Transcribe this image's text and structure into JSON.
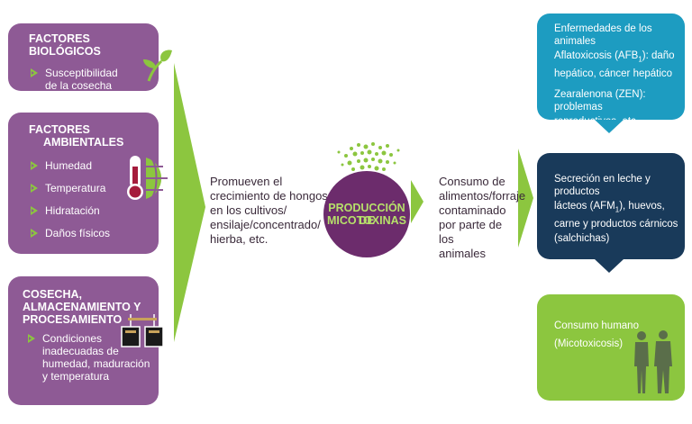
{
  "colors": {
    "purple": "#8e5a95",
    "green": "#8cc63f",
    "teal": "#1d9cc1",
    "navy": "#193a5a",
    "circle": "#6c2c6c"
  },
  "left": {
    "biologicos": {
      "title": "FACTORES BIOLÓGICOS",
      "items": [
        "Susceptibilidad",
        "de la cosecha"
      ]
    },
    "ambientales": {
      "title1": "FACTORES",
      "title2": "AMBIENTALES",
      "items": [
        "Humedad",
        "Temperatura",
        "Hidratación",
        "Daños físicos"
      ]
    },
    "cosecha": {
      "title1": "COSECHA,",
      "title2": "ALMACENAMIENTO Y",
      "title3": "PROCESAMIENTO",
      "items": [
        "Condiciones",
        "inadecuadas de",
        "humedad, maduración",
        "y temperatura"
      ]
    }
  },
  "middle": {
    "text": [
      "Promueven el",
      "crecimiento de hongos",
      "en los cultivos/",
      "ensilaje/concentrado/",
      "hierba, etc."
    ]
  },
  "center": {
    "label1": "PRODUCCIÓN DE",
    "label2": "MICOTOXINAS"
  },
  "consumo": {
    "text": [
      "Consumo de",
      "alimentos/forraje",
      "contaminado",
      "por parte de los",
      "animales"
    ]
  },
  "right": {
    "enfermedades": {
      "line1": "Enfermedades de los animales",
      "line2a": "Aflatoxicosis (AFB",
      "line2sub": "1",
      "line2b": "): daño",
      "line3": "hepático, cáncer hepático",
      "line4": "Zearalenona (ZEN): problemas",
      "line5": "reproductivos, etc."
    },
    "secrecion": {
      "line1": "Secreción en leche y productos",
      "line2a": "lácteos (AFM",
      "line2sub": "1",
      "line2b": "), huevos,",
      "line3": "carne y productos cárnicos",
      "line4": "(salchichas)"
    },
    "humano": {
      "line1": "Consumo humano",
      "line2": "(Micotoxicosis)"
    }
  }
}
